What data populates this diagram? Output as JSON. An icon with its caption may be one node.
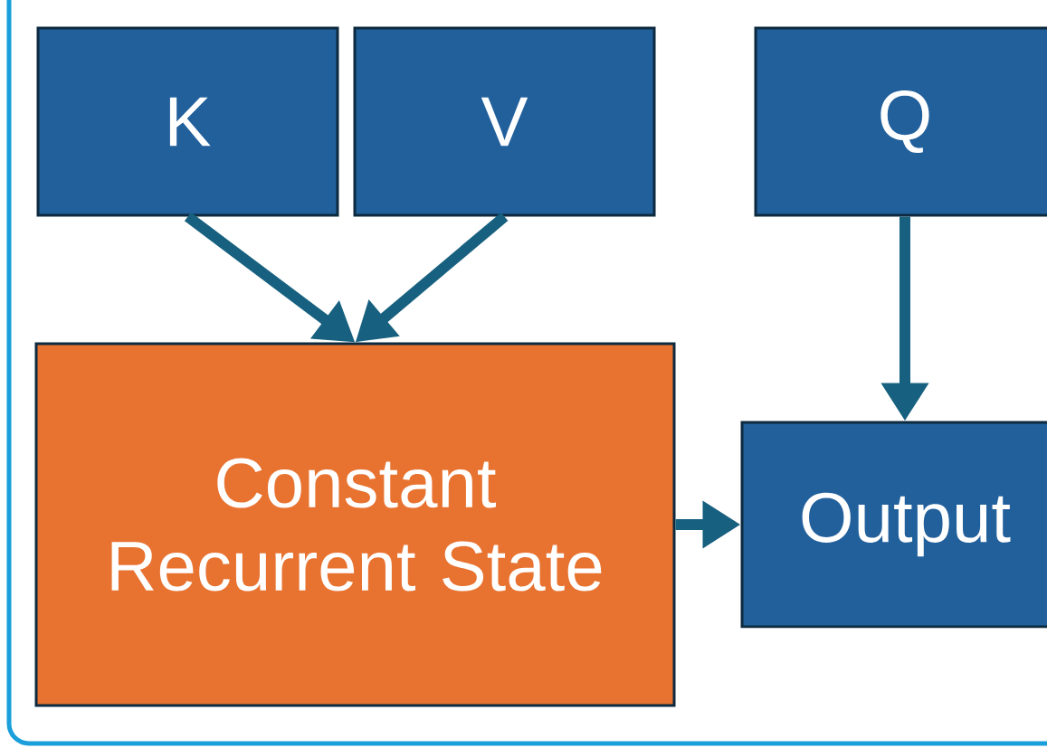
{
  "diagram": {
    "nodes": [
      {
        "text": [
          "K"
        ]
      },
      {
        "text": [
          "V"
        ]
      },
      {
        "text": [
          "Q"
        ]
      },
      {
        "text": [
          "Constant Recurrent State"
        ]
      },
      {
        "text": [
          "Output"
        ]
      }
    ],
    "edges": [
      {
        "from": 0,
        "to": 3,
        "arrow": "to"
      },
      {
        "from": 1,
        "to": 3,
        "arrow": "to"
      },
      {
        "from": 2,
        "to": 4,
        "arrow": "to"
      },
      {
        "from": 3,
        "to": 4,
        "arrow": "to"
      }
    ]
  }
}
